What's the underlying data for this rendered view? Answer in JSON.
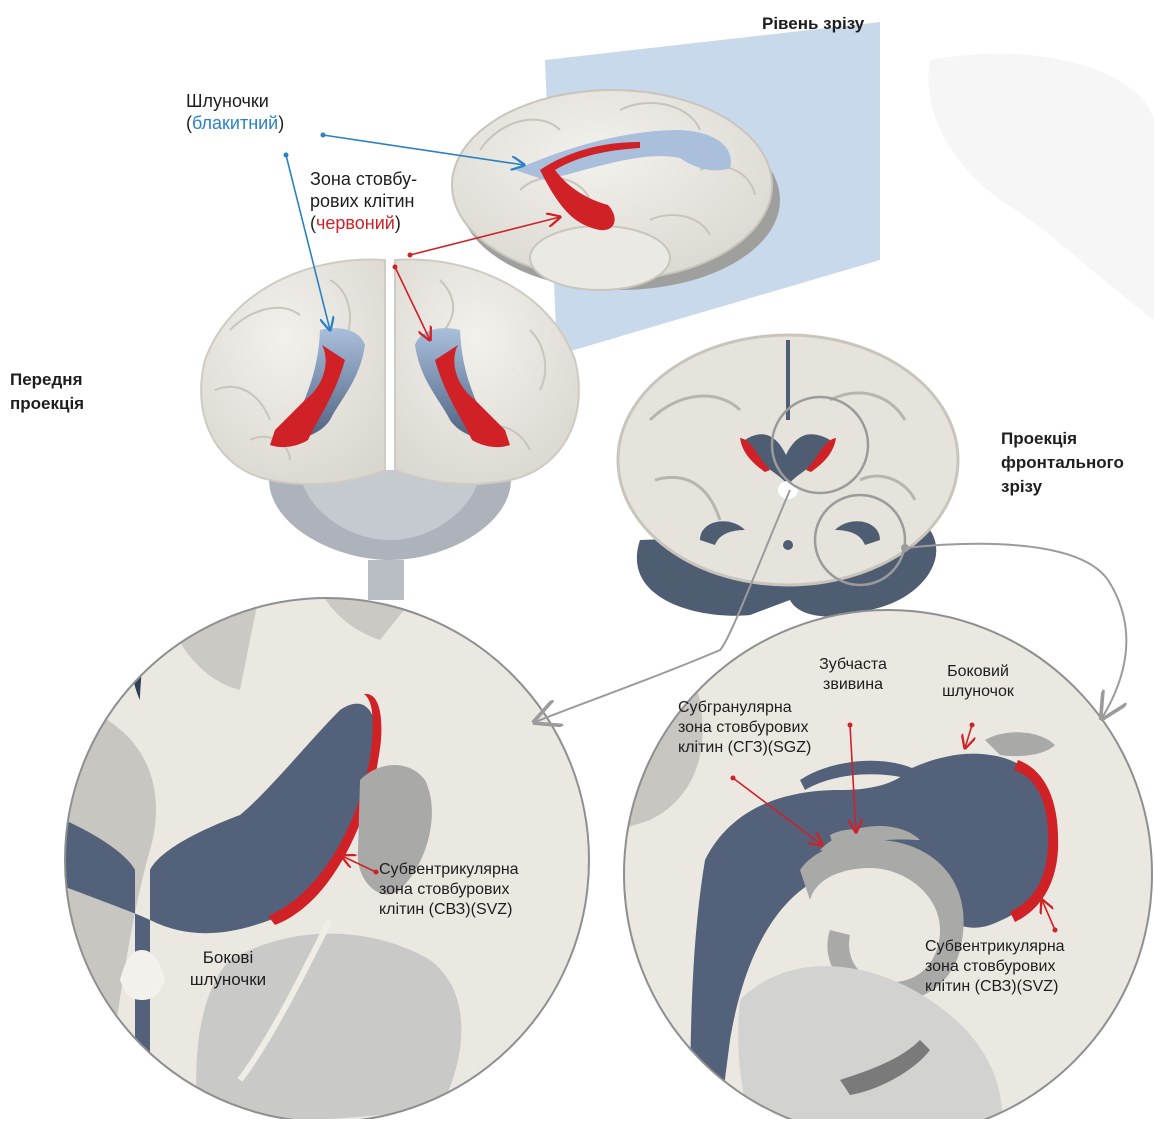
{
  "labels": {
    "cut_level": "Рівень зрізу",
    "ventricles": "Шлуночки",
    "ventricles_color": "блакитний",
    "stem_zone_line1": "Зона стовбу-",
    "stem_zone_line2": "рових клітин",
    "stem_zone_color": "червоний",
    "front_view_line1": "Передня",
    "front_view_line2": "проекція",
    "frontal_cut_line1": "Проекція",
    "frontal_cut_line2": "фронтального",
    "frontal_cut_line3": "зрізу",
    "dentate_line1": "Зубчаста",
    "dentate_line2": "звивина",
    "lateral_ventricle_line1": "Боковий",
    "lateral_ventricle_line2": "шлуночок",
    "sgz_line1": "Субгранулярна",
    "sgz_line2": "зона стовбурових",
    "sgz_line3": "клітин (СГЗ)(SGZ)",
    "svz_left_line1": "Субвентрикулярна",
    "svz_left_line2": "зона стовбурових",
    "svz_left_line3": "клітин (СВЗ)(SVZ)",
    "lateral_ventricles_line1": "Бокові",
    "lateral_ventricles_line2": "шлуночки",
    "svz_right_line1": "Субвентрикулярна",
    "svz_right_line2": "зона стовбурових",
    "svz_right_line3": "клітин  (СВЗ)(SVZ)"
  },
  "colors": {
    "ventricle_blue": "#a9bfdc",
    "stem_zone_red": "#d02127",
    "tissue_light": "#ece9e2",
    "tissue_dark": "#4e5d72",
    "tissue_grey": "#a9a9a8",
    "cut_plane": "#c3d5ea"
  }
}
